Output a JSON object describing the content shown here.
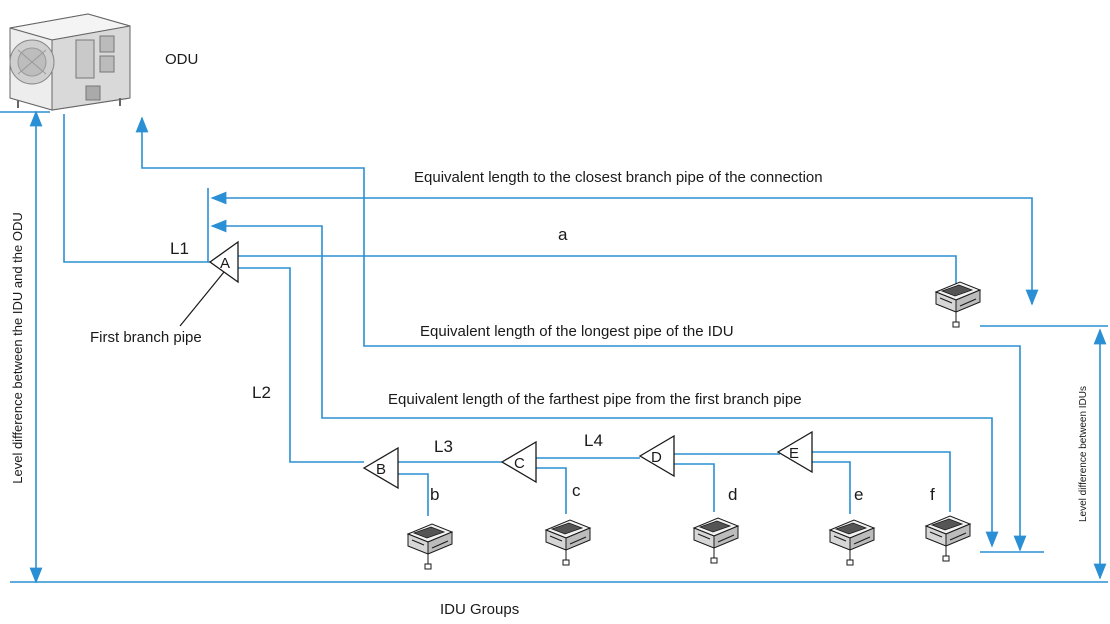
{
  "labels": {
    "odu": "ODU",
    "first_branch_pipe": "First branch pipe",
    "closest_branch": "Equivalent length to the closest branch pipe of the connection",
    "longest_pipe": "Equivalent length of the longest pipe of the IDU",
    "farthest_pipe": "Equivalent length of the farthest pipe from the first branch pipe",
    "level_idu_odu": "Level difference between the IDU and the ODU",
    "level_idus": "Level difference between IDUs",
    "idu_groups": "IDU  Groups"
  },
  "pipe_labels": {
    "l1": "L1",
    "l2": "L2",
    "l3": "L3",
    "l4": "L4"
  },
  "branches": {
    "a": "A",
    "b": "B",
    "c": "C",
    "d": "D",
    "e": "E"
  },
  "idu_labels": {
    "a": "a",
    "b": "b",
    "c": "c",
    "d": "d",
    "e": "e",
    "f": "f"
  },
  "colors": {
    "dimension_line": "#2a8fd4",
    "pipe_line": "#1a1a1a"
  }
}
